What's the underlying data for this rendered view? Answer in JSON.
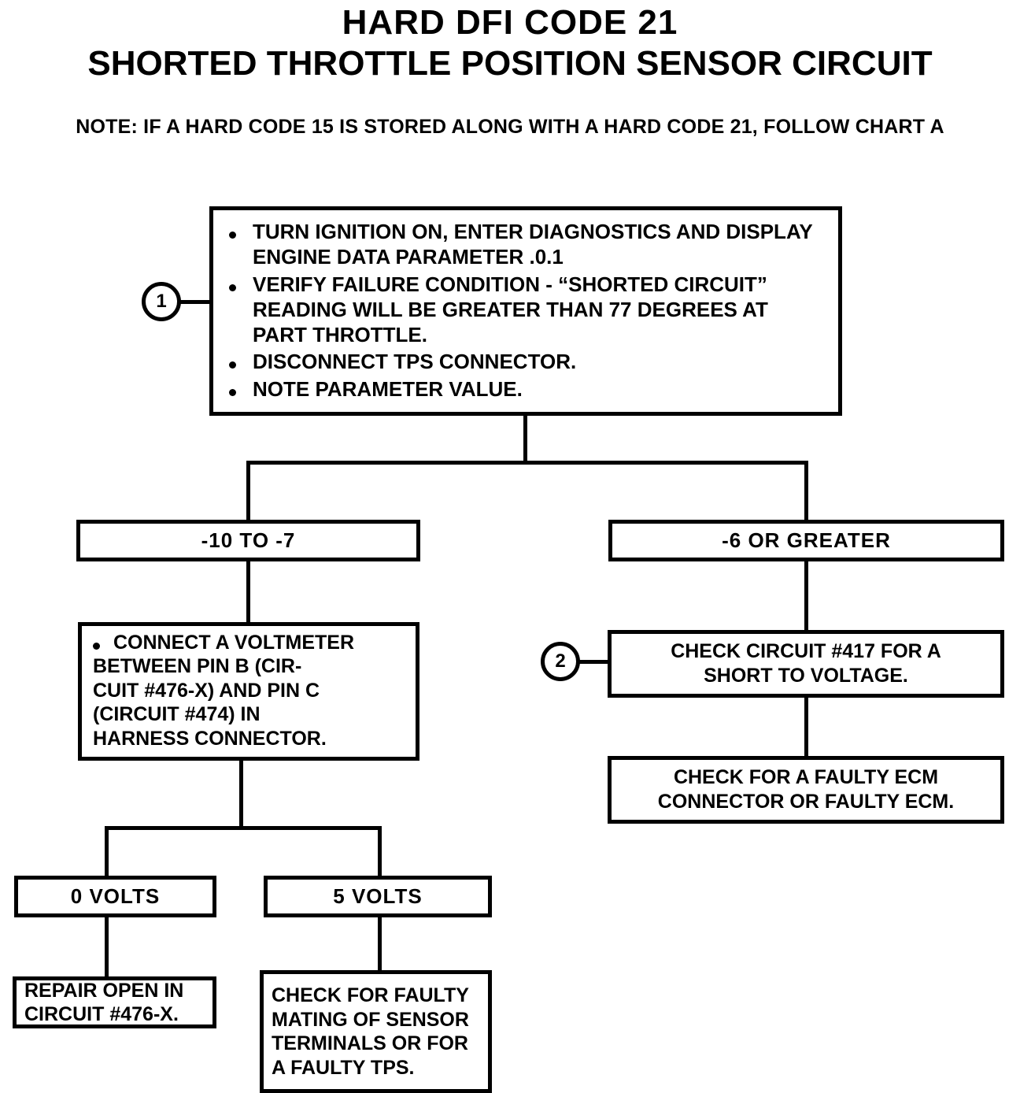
{
  "document": {
    "title_line1": "HARD DFI CODE 21",
    "title_line2": "SHORTED THROTTLE POSITION SENSOR CIRCUIT",
    "note": "NOTE:  IF A HARD CODE 15 IS STORED ALONG WITH A HARD CODE 21, FOLLOW CHART A"
  },
  "colors": {
    "ink": "#000000",
    "paper": "#ffffff"
  },
  "steps": {
    "step1_marker": "1",
    "step2_marker": "2"
  },
  "nodes": {
    "step1_box": {
      "bullets": [
        "TURN IGNITION ON, ENTER DIAGNOSTICS AND DISPLAY ENGINE DATA PARAMETER .0.1",
        "VERIFY FAILURE CONDITION - “SHORTED CIRCUIT” READING WILL BE GREATER THAN 77 DEGREES AT PART THROTTLE.",
        "DISCONNECT TPS CONNECTOR.",
        "NOTE PARAMETER VALUE."
      ]
    },
    "branch_left_label": "-10 TO -7",
    "branch_right_label": "-6 OR GREATER",
    "voltmeter_box": {
      "bullets": [
        "CONNECT A VOLTMETER BETWEEN PIN B (CIR-CUIT #476-X) AND PIN C (CIRCUIT #474) IN HARNESS CONNECTOR."
      ],
      "lines": [
        "CONNECT A VOLTMETER",
        "BETWEEN PIN B (CIR-",
        "CUIT #476-X) AND PIN C",
        "(CIRCUIT #474) IN",
        "HARNESS CONNECTOR."
      ]
    },
    "check_circuit_417": {
      "lines": [
        "CHECK CIRCUIT #417 FOR A",
        "SHORT TO VOLTAGE."
      ]
    },
    "faulty_ecm": {
      "lines": [
        "CHECK FOR A FAULTY ECM",
        "CONNECTOR OR FAULTY ECM."
      ]
    },
    "zero_volts_label": "0 VOLTS",
    "five_volts_label": "5 VOLTS",
    "repair_open": {
      "lines": [
        "REPAIR OPEN IN",
        "CIRCUIT #476-X."
      ]
    },
    "check_faulty_tps": {
      "lines": [
        "CHECK FOR FAULTY",
        "MATING OF SENSOR",
        "TERMINALS OR FOR",
        "A FAULTY TPS."
      ]
    }
  }
}
